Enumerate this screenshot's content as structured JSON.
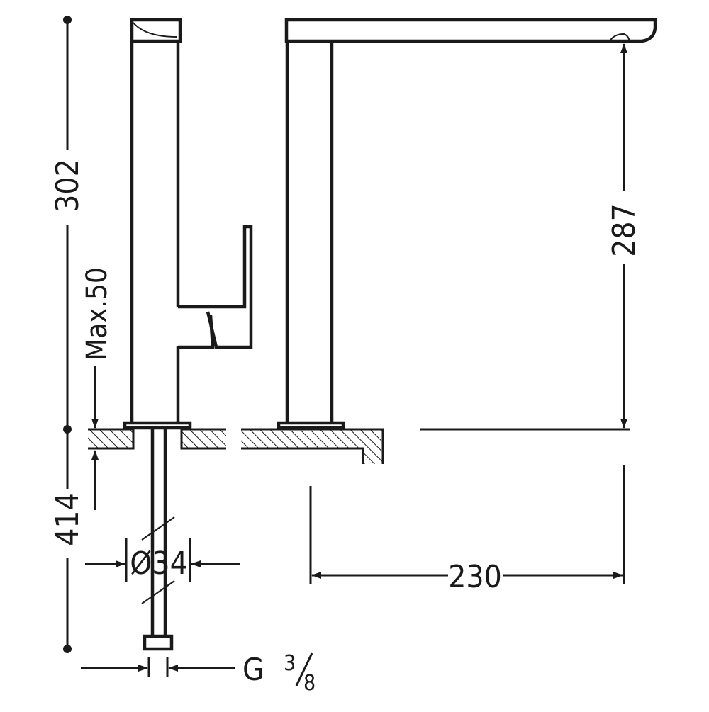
{
  "dimensions": {
    "height_upper": "302",
    "height_lower": "414",
    "max_thickness": "Max.50",
    "spout_height": "287",
    "spout_reach": "230",
    "base_diameter": "Ø34",
    "connection_letter": "G",
    "connection_num": "3",
    "connection_den": "8"
  },
  "colors": {
    "line": "#1a1a1a",
    "background": "#ffffff"
  }
}
